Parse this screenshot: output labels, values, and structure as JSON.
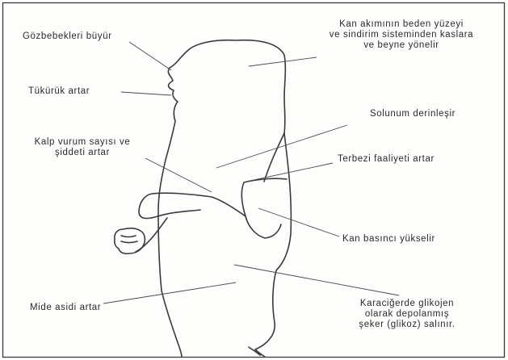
{
  "labels": {
    "pupils": "Gözbebekleri büyür",
    "saliva": "Tükürük artar",
    "blood_flow": [
      "Kan akımının beden yüzeyi",
      "ve sindirim sisteminden kaslara",
      "ve beyne yönelir"
    ],
    "breathing": "Solunum derinleşir",
    "heart": [
      "Kalp vurum sayısı ve",
      "şiddeti artar"
    ],
    "sweat": "Terbezi faaliyeti artar",
    "blood_pressure": "Kan basıncı yükselir",
    "stomach_acid": "Mide asidi artar",
    "liver": [
      "Karaciğerde glikojen",
      "olarak depolanmış",
      "şeker (glikoz) salınır."
    ]
  },
  "colors": {
    "ink": "#2a2a2a",
    "line": "#4a4a4a",
    "border": "#3a3a3a",
    "background": "#fdfdfb"
  }
}
